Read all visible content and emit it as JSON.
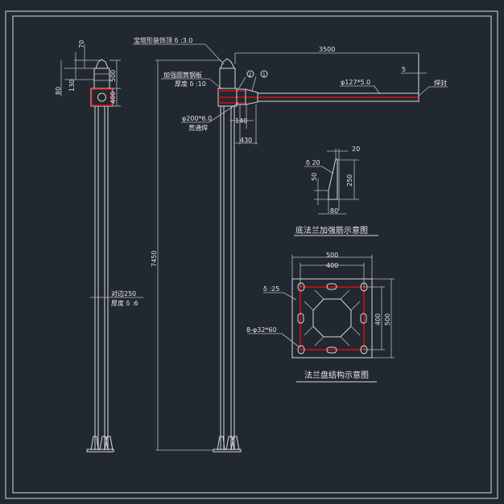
{
  "drawing": {
    "side_view": {
      "dims": [
        "70",
        "130",
        "80",
        "500",
        "400"
      ],
      "shaft_note_1": "对边250",
      "shaft_note_2": "厚度 δ :6"
    },
    "front_view": {
      "cap_note": "宝塔形装饰顶 δ :3.0",
      "plate_note_1": "加强圆筒钢板",
      "plate_note_2": "厚度 δ :10",
      "pipe_note_1": "φ200*6.0",
      "pipe_note_2": "贯通焊",
      "callout_1": "1",
      "callout_2": "2",
      "dim_140": "140",
      "dim_430": "430",
      "dim_height": "7450",
      "dim_arm": "3500",
      "dim_end": "5",
      "arm_note": "φ127*5.0",
      "weld_note": "焊封"
    },
    "rib_detail": {
      "title": "底法兰加强筋示意图",
      "thickness": "δ 20",
      "dim_top": "20",
      "dim_height": "250",
      "dim_side": "50",
      "dim_bottom": "80"
    },
    "flange_detail": {
      "title": "法兰盘结构示意图",
      "dim_outer_w": "500",
      "dim_inner_w": "400",
      "dim_inner_h": "400",
      "dim_outer_h": "500",
      "thickness": "δ :25",
      "holes": "8-φ32*60"
    },
    "colors": {
      "background": "#212830",
      "line": "#d8d8d8",
      "accent": "#d01010"
    }
  }
}
